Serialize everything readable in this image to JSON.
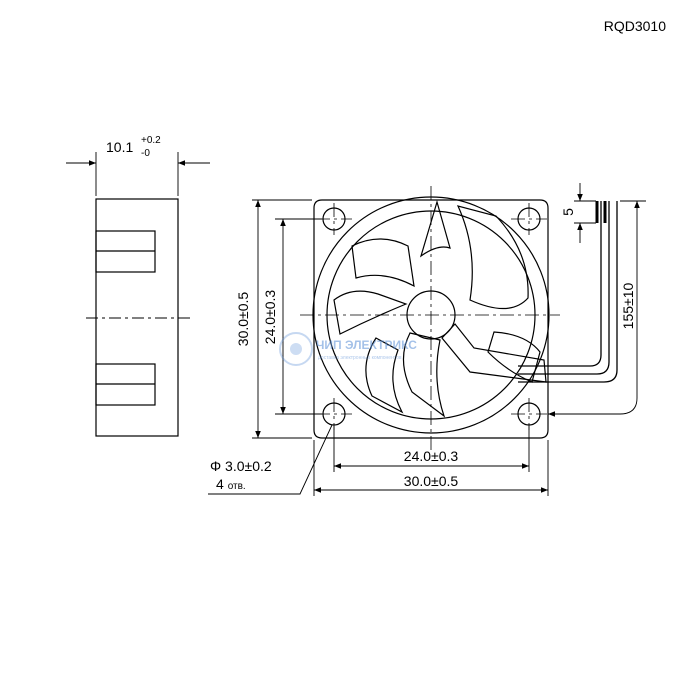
{
  "model": "RQD3010",
  "dimensions": {
    "thickness": "10.1",
    "thickness_tol_upper": "+0.2",
    "thickness_tol_lower": "-0",
    "frame_height": "30.0±0.5",
    "hole_spacing_vertical": "24.0±0.3",
    "hole_spacing_horizontal": "24.0±0.3",
    "frame_width": "30.0±0.5",
    "cable_length": "155±10",
    "wire_strip": "5"
  },
  "holes": {
    "diameter": "Φ 3.0±0.2",
    "count": "4",
    "count_suffix": "отв."
  },
  "watermark": {
    "brand": "ЧИП ЭЛЕКТРИКС",
    "tagline": "доставка электронных компонентов"
  }
}
